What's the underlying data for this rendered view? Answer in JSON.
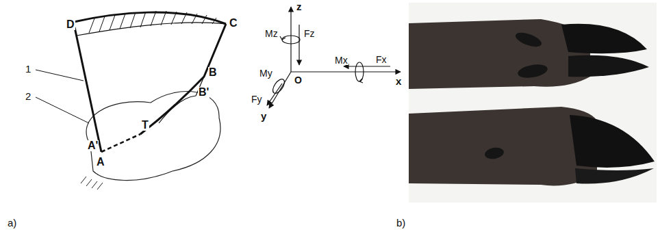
{
  "diagram": {
    "labels": [
      "D",
      "C",
      "1",
      "2",
      "B",
      "B'",
      "T",
      "A'",
      "A",
      "z",
      "Mz",
      "Fz",
      "Mx",
      "Fx",
      "My",
      "Fy",
      "O",
      "x",
      "y",
      "a)",
      "b)"
    ]
  }
}
